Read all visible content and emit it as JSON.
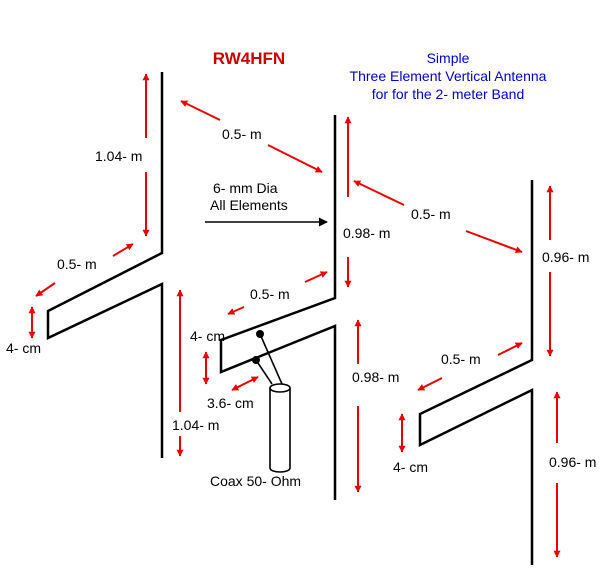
{
  "header": {
    "author": "RW4HFN",
    "title_lines": [
      "Simple",
      "Three Element Vertical Antenna",
      "for for the  2- meter Band"
    ]
  },
  "labels": {
    "reflector_upper_length": "1.04- m",
    "reflector_lower_length": "1.04- m",
    "reflector_arm": "0.5- m",
    "reflector_gap": "4- cm",
    "spacing_reflector_driven": "0.5- m",
    "element_note_line1": "6- mm Dia",
    "element_note_line2": "All Elements",
    "driven_upper_length": "0.98- m",
    "driven_lower_length": "0.98- m",
    "driven_arm": "0.5- m",
    "driven_gap": "4- cm",
    "feed_offset": "3.6- cm",
    "coax": "Coax 50- Ohm",
    "spacing_driven_director": "0.5- m",
    "director_upper_length": "0.96- m",
    "director_lower_length": "0.96- m",
    "director_arm": "0.5- m",
    "director_gap": "4- cm"
  },
  "colors": {
    "author": "#cc0000",
    "title": "#0000cc",
    "dimension_arrows": "#ee0000",
    "elements": "#000000"
  }
}
